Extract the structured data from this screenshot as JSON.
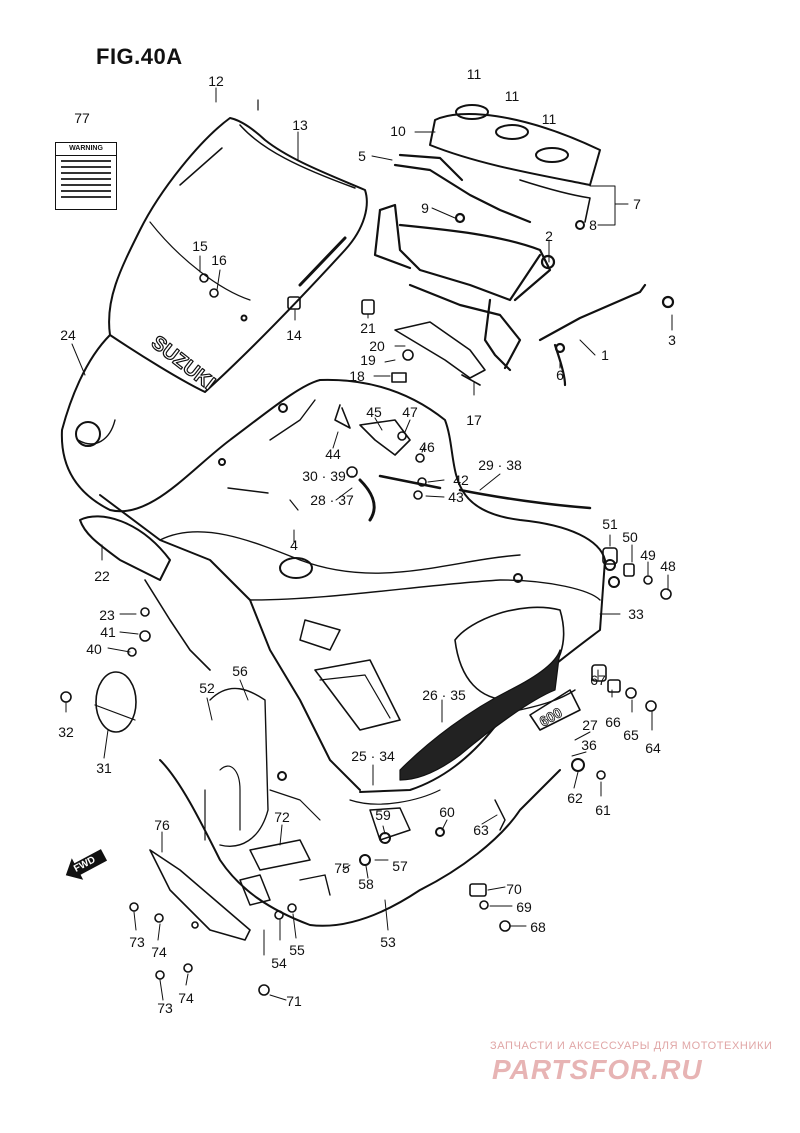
{
  "figure": {
    "title": "FIG.40A"
  },
  "warning_label": {
    "header": "WARNING"
  },
  "fwd_arrow": {
    "label": "FWD",
    "icon": "forward-arrow-icon"
  },
  "watermark": {
    "subtitle": "ЗАПЧАСТИ И АКСЕССУАРЫ ДЛЯ МОТОТЕХНИКИ",
    "brand": "PARTSFOR.RU",
    "color": "#e7b4b4"
  },
  "brand_on_windshield": "SUZUKI",
  "model_badge": "600",
  "callouts": [
    "11",
    "11",
    "11",
    "12",
    "13",
    "10",
    "5",
    "77",
    "9",
    "7",
    "8",
    "2",
    "15",
    "16",
    "14",
    "21",
    "20",
    "19",
    "18",
    "3",
    "1",
    "6",
    "24",
    "17",
    "45",
    "47",
    "46",
    "44",
    "30 · 39",
    "28 · 37",
    "42",
    "43",
    "29 · 38",
    "51",
    "50",
    "49",
    "48",
    "22",
    "33",
    "23",
    "41",
    "40",
    "4",
    "56",
    "52",
    "26 · 35",
    "27",
    "36",
    "67",
    "66",
    "65",
    "64",
    "32",
    "31",
    "25 · 34",
    "62",
    "61",
    "60",
    "59",
    "63",
    "72",
    "76",
    "57",
    "75",
    "58",
    "70",
    "69",
    "68",
    "53",
    "73",
    "74",
    "55",
    "54",
    "74",
    "73",
    "71"
  ]
}
